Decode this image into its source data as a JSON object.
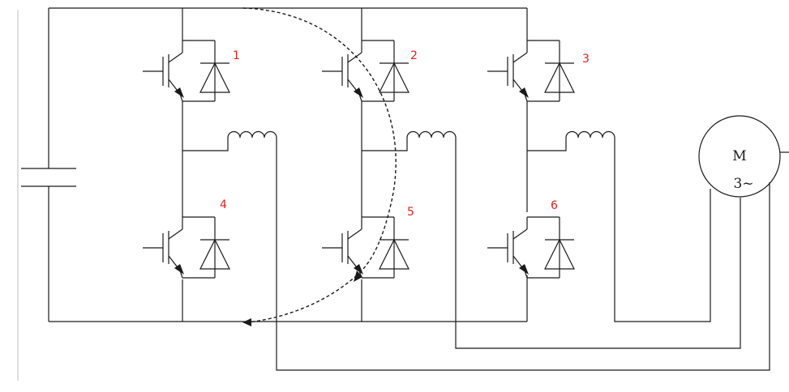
{
  "switch_labels": [
    "1",
    "2",
    "3",
    "4",
    "5",
    "6"
  ],
  "motor": {
    "line1": "M",
    "line2": "3~"
  },
  "colors": {
    "wire": "#1a1a1a",
    "label": "#e0201b",
    "edge": "#bdbdbd"
  }
}
